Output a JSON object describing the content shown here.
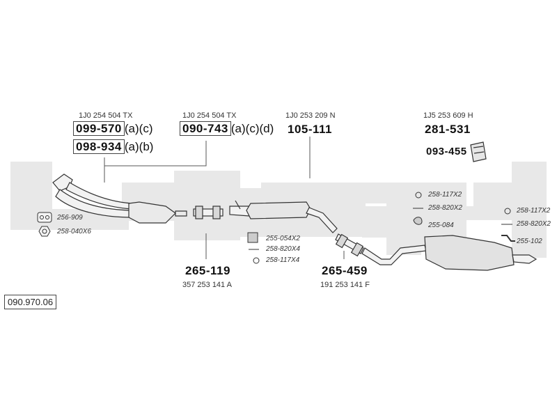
{
  "catalog_number": "090.970.06",
  "parts": {
    "downpipe_1": {
      "oem": "1J0 254 504 TX",
      "number": "099-570",
      "suffix": "(a)(c)"
    },
    "downpipe_2": {
      "number": "098-934",
      "suffix": "(a)(b)"
    },
    "catalyst": {
      "oem": "1J0 254 504 TX",
      "number": "090-743",
      "suffix": "(a)(c)(d)"
    },
    "front_silencer": {
      "oem": "1J0 253 209 N",
      "number": "105-111"
    },
    "rear_silencer": {
      "oem": "1J5 253 609 H",
      "number": "281-531"
    },
    "heat_shield": {
      "number": "093-455"
    },
    "mid_pipe_1": {
      "number": "265-119",
      "oem": "357 253 141 A"
    },
    "mid_pipe_2": {
      "number": "265-459",
      "oem": "191 253 141 F"
    }
  },
  "small_parts": {
    "gasket_256_909": "256-909",
    "nut_258_040x6": "258-040X6",
    "clamp_255_054x2": "255-054X2",
    "bolt_258_820x4": "258-820X4",
    "ring_258_117x4": "258-117X4",
    "ring_258_117x2_a": "258-117X2",
    "bolt_258_820x2_a": "258-820X2",
    "rubber_255_084": "255-084",
    "ring_258_117x2_b": "258-117X2",
    "bolt_258_820x2_b": "258-820X2",
    "bracket_255_102": "255-102"
  }
}
